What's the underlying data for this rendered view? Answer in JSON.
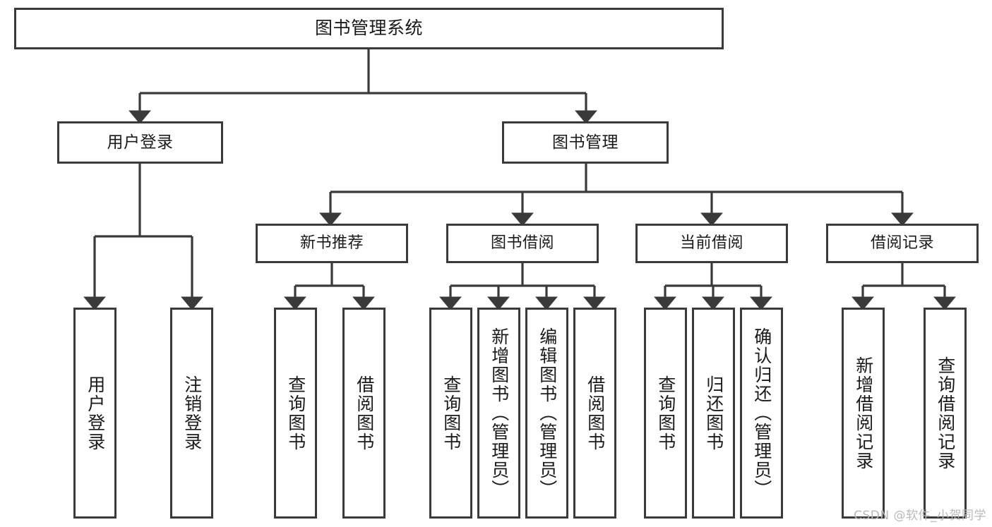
{
  "diagram": {
    "title_node": {
      "label": "图书管理系统"
    },
    "level2": [
      {
        "id": "user-login",
        "label": "用户登录"
      },
      {
        "id": "book-manage",
        "label": "图书管理"
      }
    ],
    "level3": [
      {
        "id": "new-book-rec",
        "label": "新书推荐"
      },
      {
        "id": "book-borrow",
        "label": "图书借阅"
      },
      {
        "id": "current-borrow",
        "label": "当前借阅"
      },
      {
        "id": "borrow-record",
        "label": "借阅记录"
      }
    ],
    "leaves": {
      "user_login": [
        {
          "id": "leaf-user-login",
          "label": "用户登录"
        },
        {
          "id": "leaf-logout-login",
          "label": "注销登录"
        }
      ],
      "new_book_rec": [
        {
          "id": "leaf-query-book-1",
          "label": "查询图书"
        },
        {
          "id": "leaf-borrow-book-1",
          "label": "借阅图书"
        }
      ],
      "book_borrow": [
        {
          "id": "leaf-query-book-2",
          "label": "查询图书"
        },
        {
          "id": "leaf-add-book",
          "label": "新增图书（管理员）"
        },
        {
          "id": "leaf-edit-book",
          "label": "编辑图书（管理员）"
        },
        {
          "id": "leaf-borrow-book-2",
          "label": "借阅图书"
        }
      ],
      "current_borrow": [
        {
          "id": "leaf-query-book-3",
          "label": "查询图书"
        },
        {
          "id": "leaf-return-book",
          "label": "归还图书"
        },
        {
          "id": "leaf-confirm-return",
          "label": "确认归还（管理员）"
        }
      ],
      "borrow_record": [
        {
          "id": "leaf-add-record",
          "label": "新增借阅记录"
        },
        {
          "id": "leaf-query-record",
          "label": "查询借阅记录"
        }
      ]
    }
  },
  "watermark": {
    "text": "CSDN @软件_小贺同学"
  },
  "colors": {
    "border": "#3a3a3a",
    "background": "#ffffff",
    "text": "#1a1a1a",
    "watermark": "#b9b9b9"
  }
}
